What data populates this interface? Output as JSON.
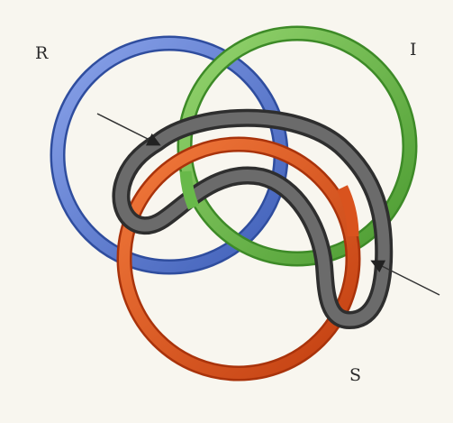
{
  "labels": {
    "r": "R",
    "i": "I",
    "s": "S"
  },
  "colors": {
    "background": "#f8f6ef",
    "ring_r": "#5b7bd0",
    "ring_i": "#68b94a",
    "ring_s": "#d9531e",
    "cord": "#4a4a4a",
    "arrow": "#333333"
  }
}
